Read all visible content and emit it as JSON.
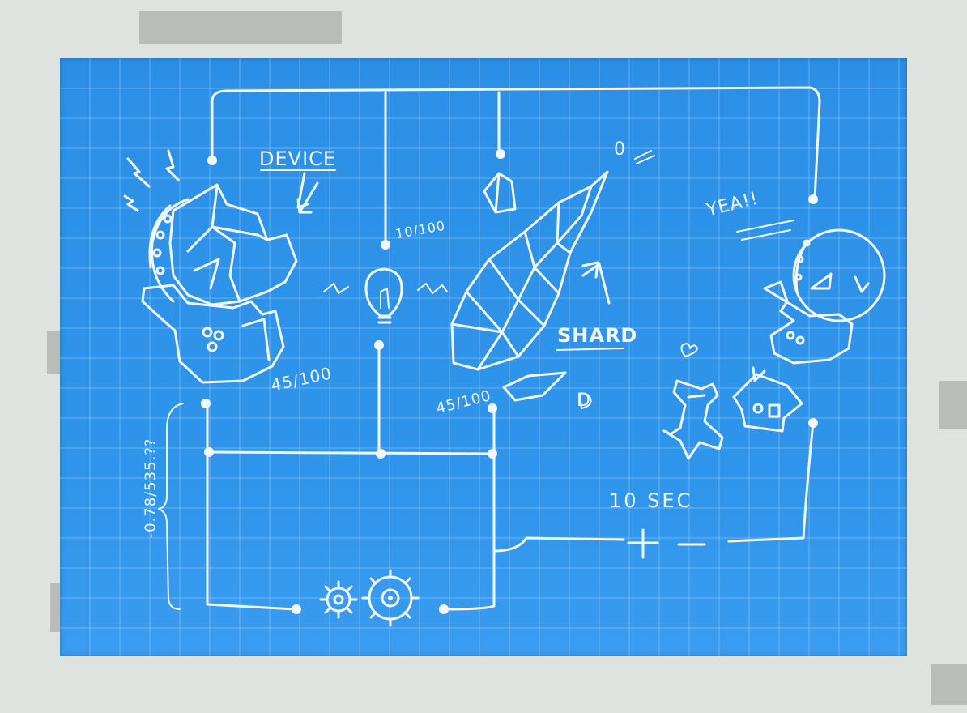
{
  "labels": {
    "device": "DEVICE",
    "shard": "SHARD",
    "device_progress": "45/100",
    "bulb_progress": "10/100",
    "shard_progress": "45/100",
    "timer": "10 SEC",
    "yea": "YEA!!",
    "gem_small": "0",
    "vertical_number": "-0.78/535.??",
    "plus": "+",
    "minus": "–",
    "d_mark": "D"
  },
  "icons": {
    "device": "broken-globe-device-icon",
    "bulb": "lightbulb-icon",
    "crystal": "crystal-shard-icon",
    "gem": "small-gem-icon",
    "dog": "dog-icon",
    "house": "house-icon",
    "robot": "robot-helmet-icon",
    "gear_small": "small-gear-icon",
    "gear_large": "large-gear-icon",
    "lightning": "lightning-bolt-icon",
    "heart": "heart-icon"
  },
  "colors": {
    "blueprint": "#2f95ea",
    "ink": "#f2f6ff",
    "paper": "#dfe3df"
  }
}
